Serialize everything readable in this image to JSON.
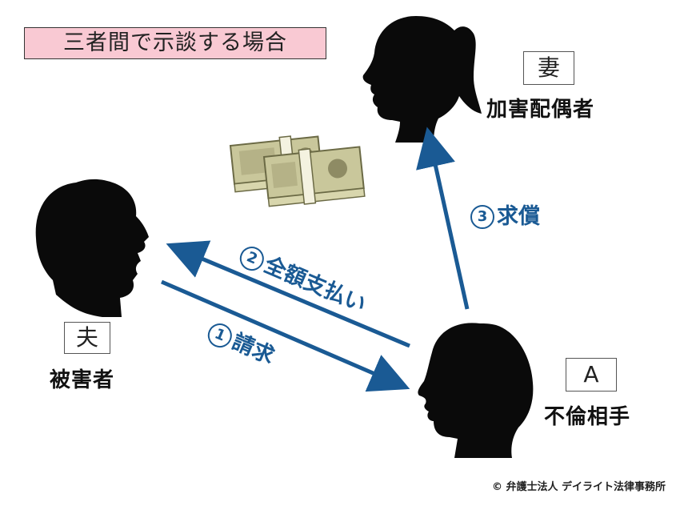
{
  "title": "三者間で示談する場合",
  "people": {
    "husband": {
      "tag": "夫",
      "role": "被害者",
      "icon": "male-head-silhouette-icon"
    },
    "wife": {
      "tag": "妻",
      "role": "加害配偶者",
      "icon": "female-head-silhouette-icon"
    },
    "partner": {
      "tag": "A",
      "role": "不倫相手",
      "icon": "male-head-silhouette-icon"
    }
  },
  "arrows": {
    "claim": {
      "num": "1",
      "label": "請求"
    },
    "payment": {
      "num": "2",
      "label": "全額支払い"
    },
    "reimbursement": {
      "num": "3",
      "label": "求償"
    }
  },
  "money_icon": "banknote-bundle-icon",
  "copyright": "© 弁護士法人 デイライト法律事務所",
  "colors": {
    "arrow": "#1a5a94",
    "title_bg": "#f9c9d3",
    "silhouette": "#0a0a0a",
    "money": "#c9c79b"
  }
}
